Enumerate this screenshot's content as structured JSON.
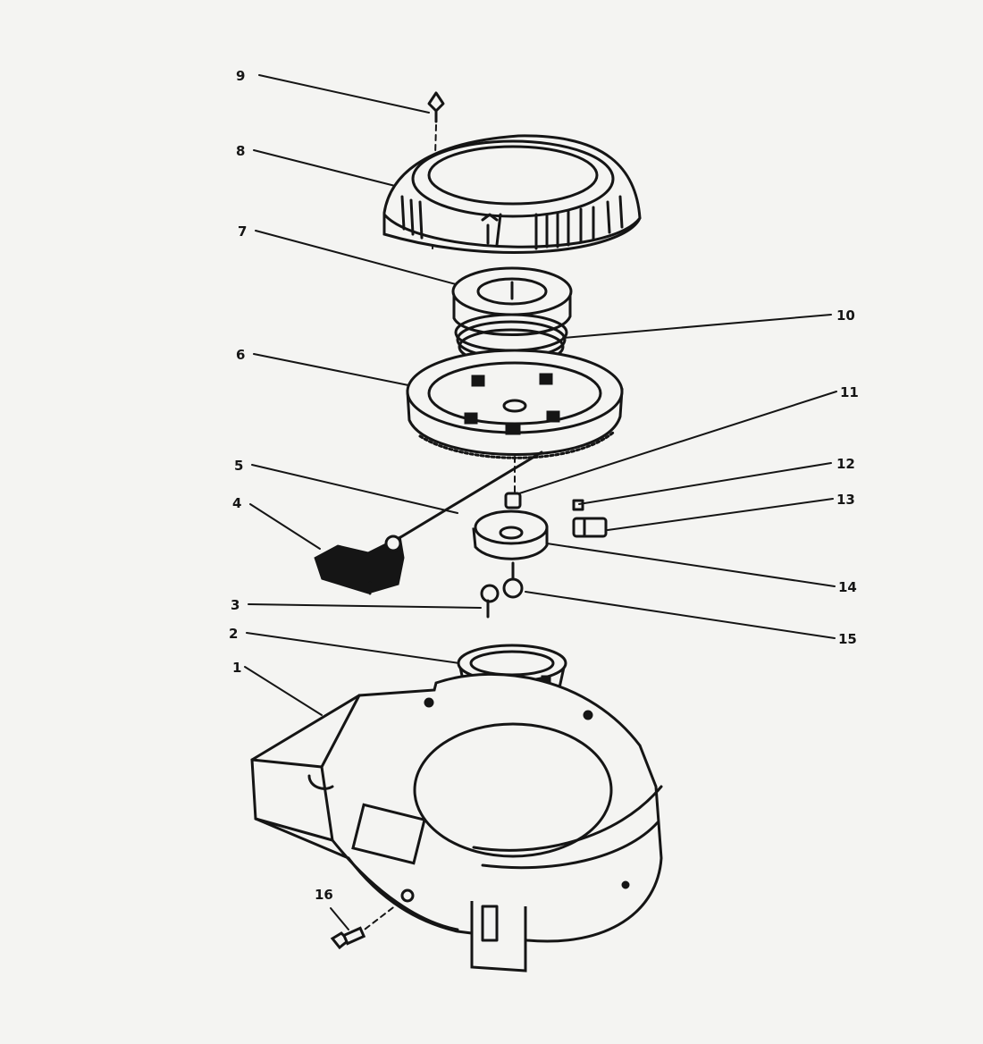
{
  "diagram": {
    "callouts": [
      {
        "id": "c9",
        "label": "9"
      },
      {
        "id": "c8",
        "label": "8"
      },
      {
        "id": "c7",
        "label": "7"
      },
      {
        "id": "c10",
        "label": "10"
      },
      {
        "id": "c6",
        "label": "6"
      },
      {
        "id": "c11",
        "label": "11"
      },
      {
        "id": "c12",
        "label": "12"
      },
      {
        "id": "c5",
        "label": "5"
      },
      {
        "id": "c13",
        "label": "13"
      },
      {
        "id": "c4",
        "label": "4"
      },
      {
        "id": "c14",
        "label": "14"
      },
      {
        "id": "c3",
        "label": "3"
      },
      {
        "id": "c15",
        "label": "15"
      },
      {
        "id": "c2",
        "label": "2"
      },
      {
        "id": "c1",
        "label": "1"
      },
      {
        "id": "c16",
        "label": "16"
      }
    ]
  }
}
